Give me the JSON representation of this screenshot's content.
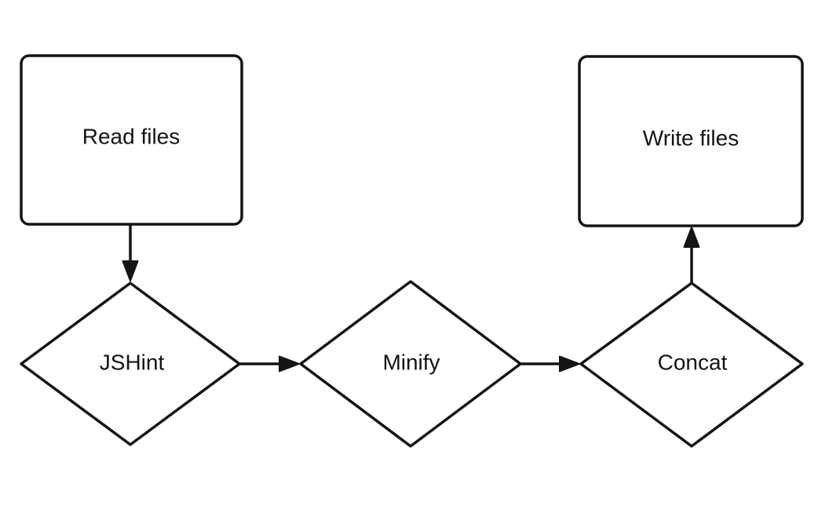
{
  "diagram": {
    "type": "flowchart",
    "background_color": "#ffffff",
    "stroke_color": "#141414",
    "node_fill_color": "#ffffff",
    "nodes": [
      {
        "id": "read-files",
        "label": "Read files",
        "shape": "rounded-rectangle"
      },
      {
        "id": "jshint",
        "label": "JSHint",
        "shape": "diamond"
      },
      {
        "id": "minify",
        "label": "Minify",
        "shape": "diamond"
      },
      {
        "id": "concat",
        "label": "Concat",
        "shape": "diamond"
      },
      {
        "id": "write-files",
        "label": "Write files",
        "shape": "rounded-rectangle"
      }
    ],
    "edges": [
      {
        "from": "read-files",
        "to": "jshint",
        "direction": "down"
      },
      {
        "from": "jshint",
        "to": "minify",
        "direction": "right"
      },
      {
        "from": "minify",
        "to": "concat",
        "direction": "right"
      },
      {
        "from": "concat",
        "to": "write-files",
        "direction": "up"
      }
    ]
  }
}
